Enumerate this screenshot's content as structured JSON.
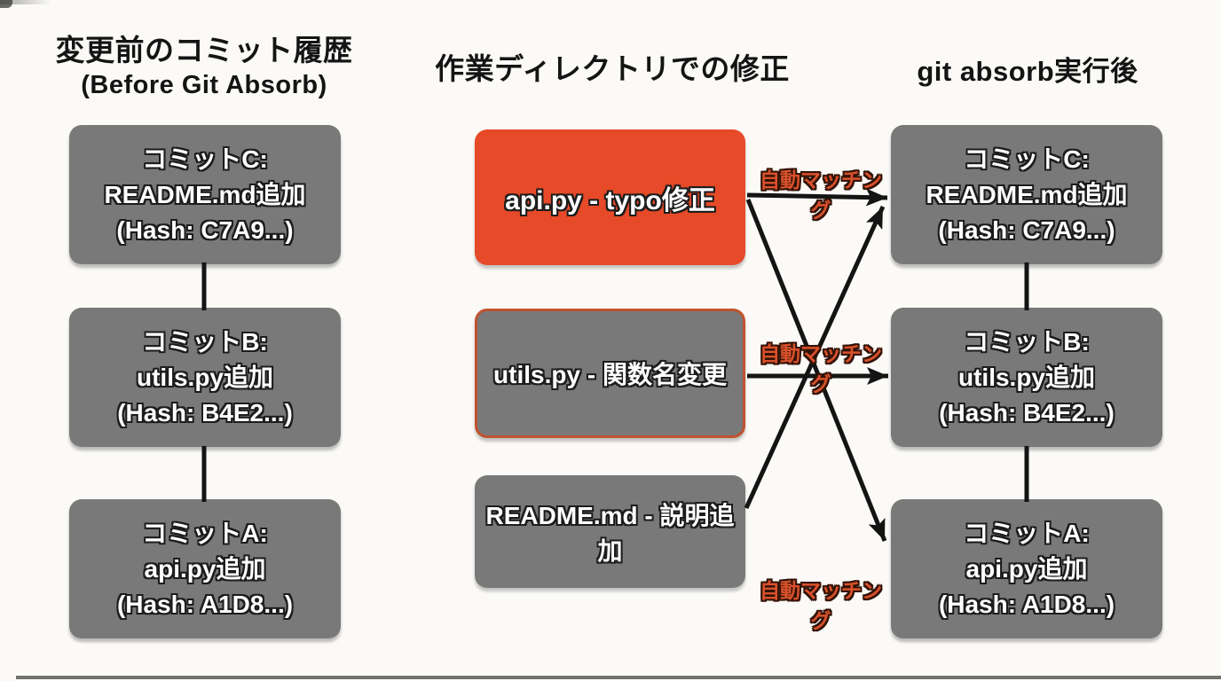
{
  "diagram": {
    "subject": "git absorb concept diagram"
  },
  "colors": {
    "background": "#FBFAF7",
    "commit_box_gray": "#797979",
    "change_box_orange": "#E64A28",
    "change_box_orange_border": "#C0532F",
    "box_text_white": "#FFFFFF",
    "text_outline_dark": "#1C1C1C",
    "match_label_orange": "#D9512C",
    "arrow_black": "#141414",
    "title_black": "#141414"
  },
  "left_column": {
    "title_line1": "変更前のコミット履歴",
    "title_line2": "(Before Git Absorb)",
    "commits": [
      {
        "lines": [
          "コミットC:",
          "README.md追加",
          "(Hash: C7A9...)"
        ]
      },
      {
        "lines": [
          "コミットB:",
          "utils.py追加",
          "(Hash: B4E2...)"
        ]
      },
      {
        "lines": [
          "コミットA:",
          "api.py追加",
          "(Hash: A1D8...)"
        ]
      }
    ]
  },
  "middle_column": {
    "title": "作業ディレクトリでの修正",
    "changes": [
      {
        "label": "api.py - typo修正",
        "style": "orange-filled"
      },
      {
        "label": "utils.py - 関数名変更",
        "style": "gray-with-orange-border"
      },
      {
        "label": "README.md - 説明追加",
        "style": "gray"
      }
    ]
  },
  "right_column": {
    "title": "git absorb実行後",
    "commits": [
      {
        "lines": [
          "コミットC:",
          "README.md追加",
          "(Hash: C7A9...)"
        ]
      },
      {
        "lines": [
          "コミットB:",
          "utils.py追加",
          "(Hash: B4E2...)"
        ]
      },
      {
        "lines": [
          "コミットA:",
          "api.py追加",
          "(Hash: A1D8...)"
        ]
      }
    ]
  },
  "arrows": {
    "match_label": "自動マッチング",
    "connections": [
      {
        "from": "api.py - typo修正",
        "to": "コミットC"
      },
      {
        "from": "api.py - typo修正",
        "to": "コミットA"
      },
      {
        "from": "utils.py - 関数名変更",
        "to": "コミットB"
      },
      {
        "from": "README.md - 説明追加",
        "to": "コミットC"
      }
    ]
  }
}
